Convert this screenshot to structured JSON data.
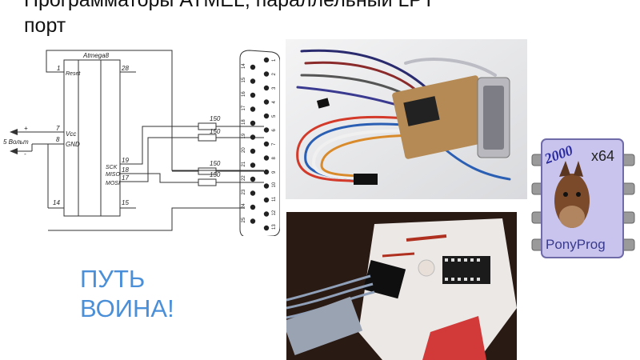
{
  "slide": {
    "title_line1": "Программаторы ATMEL, параллельный LPT",
    "title_line2": "порт",
    "slogan_line1": "ПУТЬ",
    "slogan_line2": "ВОИНА!"
  },
  "schematic": {
    "chip_name": "Atmega8",
    "pin_1": "1",
    "pin_reset": "Reset",
    "pin_28": "28",
    "pin_7": "7",
    "pin_vcc": "Vcc",
    "pin_8": "8",
    "pin_gnd": "GND",
    "pin_19": "19",
    "pin_sck": "SCK",
    "pin_18": "18",
    "pin_miso": "MISO",
    "pin_17": "17",
    "pin_mosi": "MOSI",
    "pin_14": "14",
    "pin_15": "15",
    "plus": "+",
    "minus": "-",
    "power_label": "5 Вольт",
    "resistor_1": "150",
    "resistor_2": "150",
    "resistor_3": "150",
    "resistor_4": "150",
    "lpt_pins_left": [
      "1",
      "2",
      "3",
      "4",
      "5",
      "6",
      "7",
      "8",
      "9",
      "10",
      "11",
      "12",
      "13"
    ],
    "lpt_pins_right": [
      "14",
      "15",
      "16",
      "17",
      "18",
      "19",
      "20",
      "21",
      "22",
      "23",
      "24",
      "25"
    ]
  },
  "logo": {
    "year_text": "2000",
    "variant_text": "x64",
    "name_text": "PonyProg",
    "body_color": "#c8c4ee",
    "pin_color": "#9a9a9a"
  }
}
